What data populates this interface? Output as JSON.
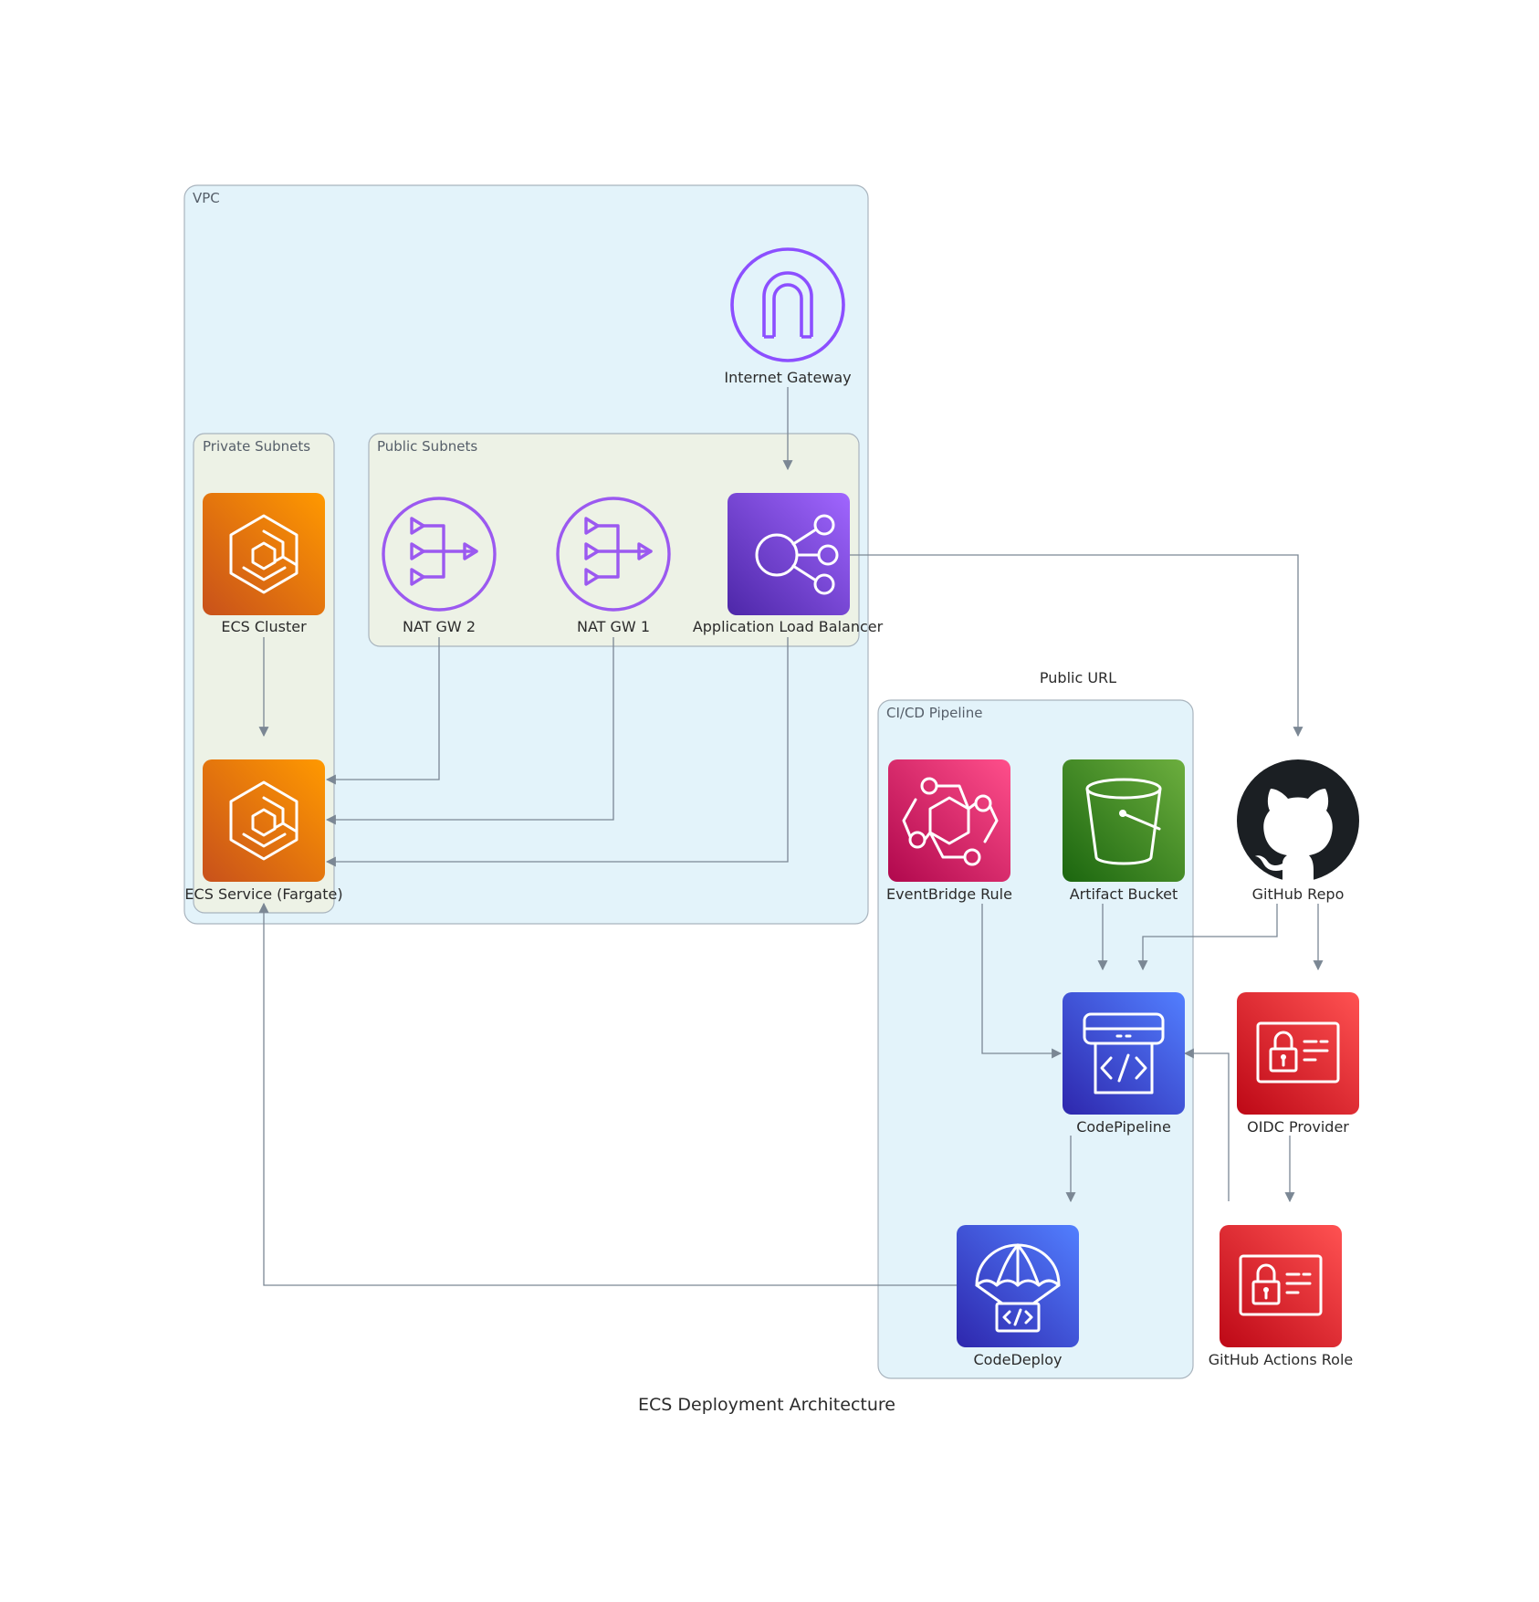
{
  "title": "ECS Deployment Architecture",
  "clusters": {
    "vpc": "VPC",
    "private_subnets": "Private Subnets",
    "public_subnets": "Public Subnets",
    "cicd": "CI/CD Pipeline"
  },
  "nodes": {
    "internet_gateway": "Internet Gateway",
    "ecs_cluster": "ECS Cluster",
    "nat_gw_2": "NAT GW 2",
    "nat_gw_1": "NAT GW 1",
    "alb": "Application Load Balancer",
    "ecs_service": "ECS Service (Fargate)",
    "eventbridge": "EventBridge Rule",
    "artifact_bucket": "Artifact Bucket",
    "github_repo": "GitHub Repo",
    "codepipeline": "CodePipeline",
    "oidc_provider": "OIDC Provider",
    "codedeploy": "CodeDeploy",
    "github_actions_role": "GitHub Actions Role"
  },
  "edge_labels": {
    "public_url": "Public URL"
  },
  "colors": {
    "cluster_fill_blue": "#e3f3fa",
    "cluster_fill_green": "#edf2e6",
    "edge": "#7b8794",
    "ecs_orange": "#ed7100",
    "network_purple": "#8c4fff",
    "eventbridge_pink": "#e7157b",
    "s3_green": "#3f8624",
    "devtools_blue": "#3b48cc",
    "security_red": "#dd344c"
  },
  "icons": {
    "internet_gateway": "internet-gateway-icon",
    "ecs": "ecs-icon",
    "nat_gateway": "nat-gateway-icon",
    "alb": "load-balancer-icon",
    "eventbridge": "eventbridge-icon",
    "s3": "s3-bucket-icon",
    "github": "github-icon",
    "codepipeline": "codepipeline-icon",
    "iam": "iam-identity-icon",
    "codedeploy": "codedeploy-icon"
  }
}
